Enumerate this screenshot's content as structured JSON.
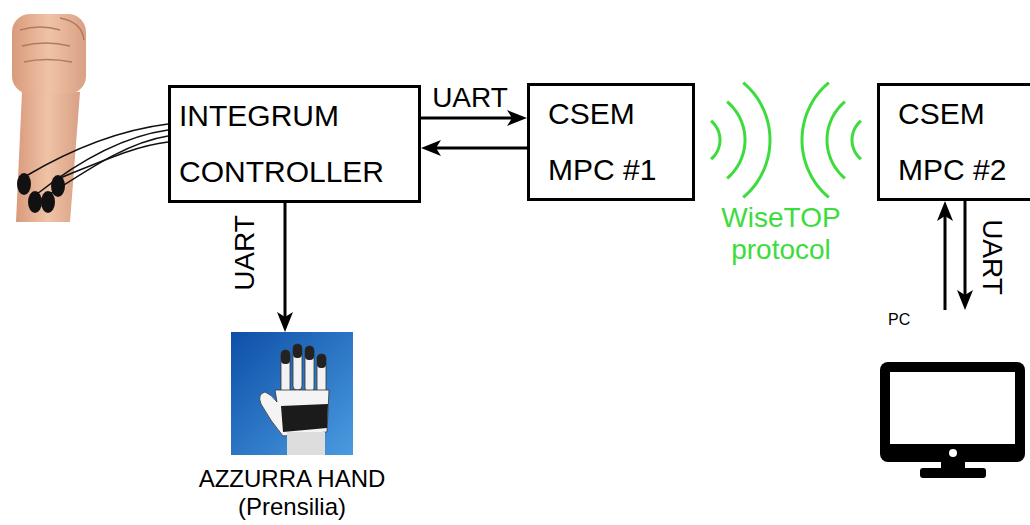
{
  "diagram": {
    "nodes": [
      {
        "text": [
          "INTEGRUM CONTROLLER"
        ]
      },
      {
        "text": [
          "CSEM MPC #1"
        ]
      },
      {
        "text": [
          "CSEM MPC #2"
        ]
      },
      {
        "text": [
          "AZZURRA HAND (Prensilia)"
        ]
      },
      {
        "text": [
          "PC"
        ]
      }
    ],
    "edges": [
      {
        "from": 0,
        "to": 3,
        "label": "UART",
        "arrow": "to"
      },
      {
        "from": 0,
        "to": 1,
        "label": "UART",
        "arrow": "to"
      },
      {
        "from": 1,
        "to": 0,
        "arrow": "to"
      },
      {
        "from": 1,
        "to": 2,
        "label": "WiseTOP protocol",
        "arrow": "none"
      },
      {
        "from": 2,
        "to": 4,
        "label": "UART",
        "arrow": "to"
      },
      {
        "from": 4,
        "to": 2,
        "arrow": "to"
      }
    ]
  }
}
